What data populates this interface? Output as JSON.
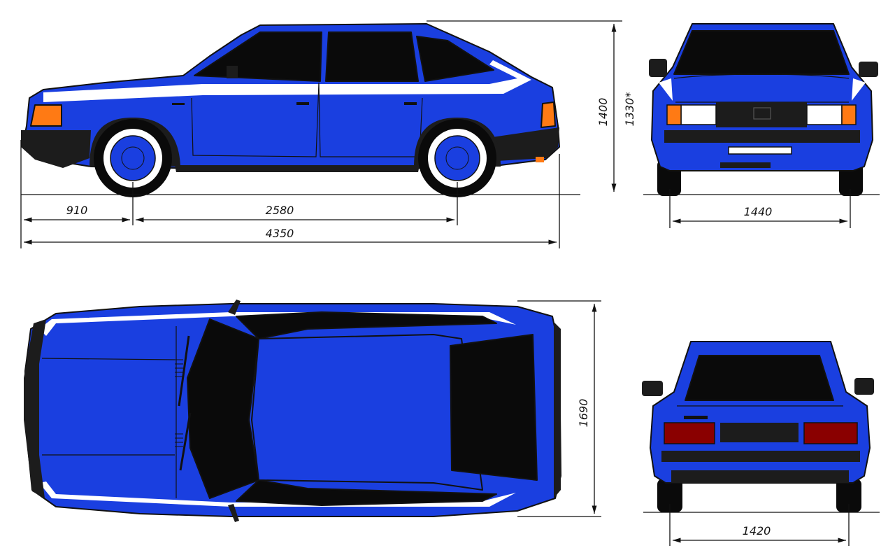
{
  "dimensions": {
    "front_overhang": "910",
    "wheelbase": "2580",
    "length": "4350",
    "height": "1400",
    "height_alt": "1330*",
    "front_track": "1440",
    "width": "1690",
    "rear_track": "1420"
  },
  "colors": {
    "body": "#1a3fe0",
    "glass": "#0a0a0a",
    "trim": "#1c1c1c",
    "stripe": "#ffffff",
    "indicator": "#ff7a14",
    "taillight": "#8a0000",
    "headlight": "#ffffff"
  }
}
